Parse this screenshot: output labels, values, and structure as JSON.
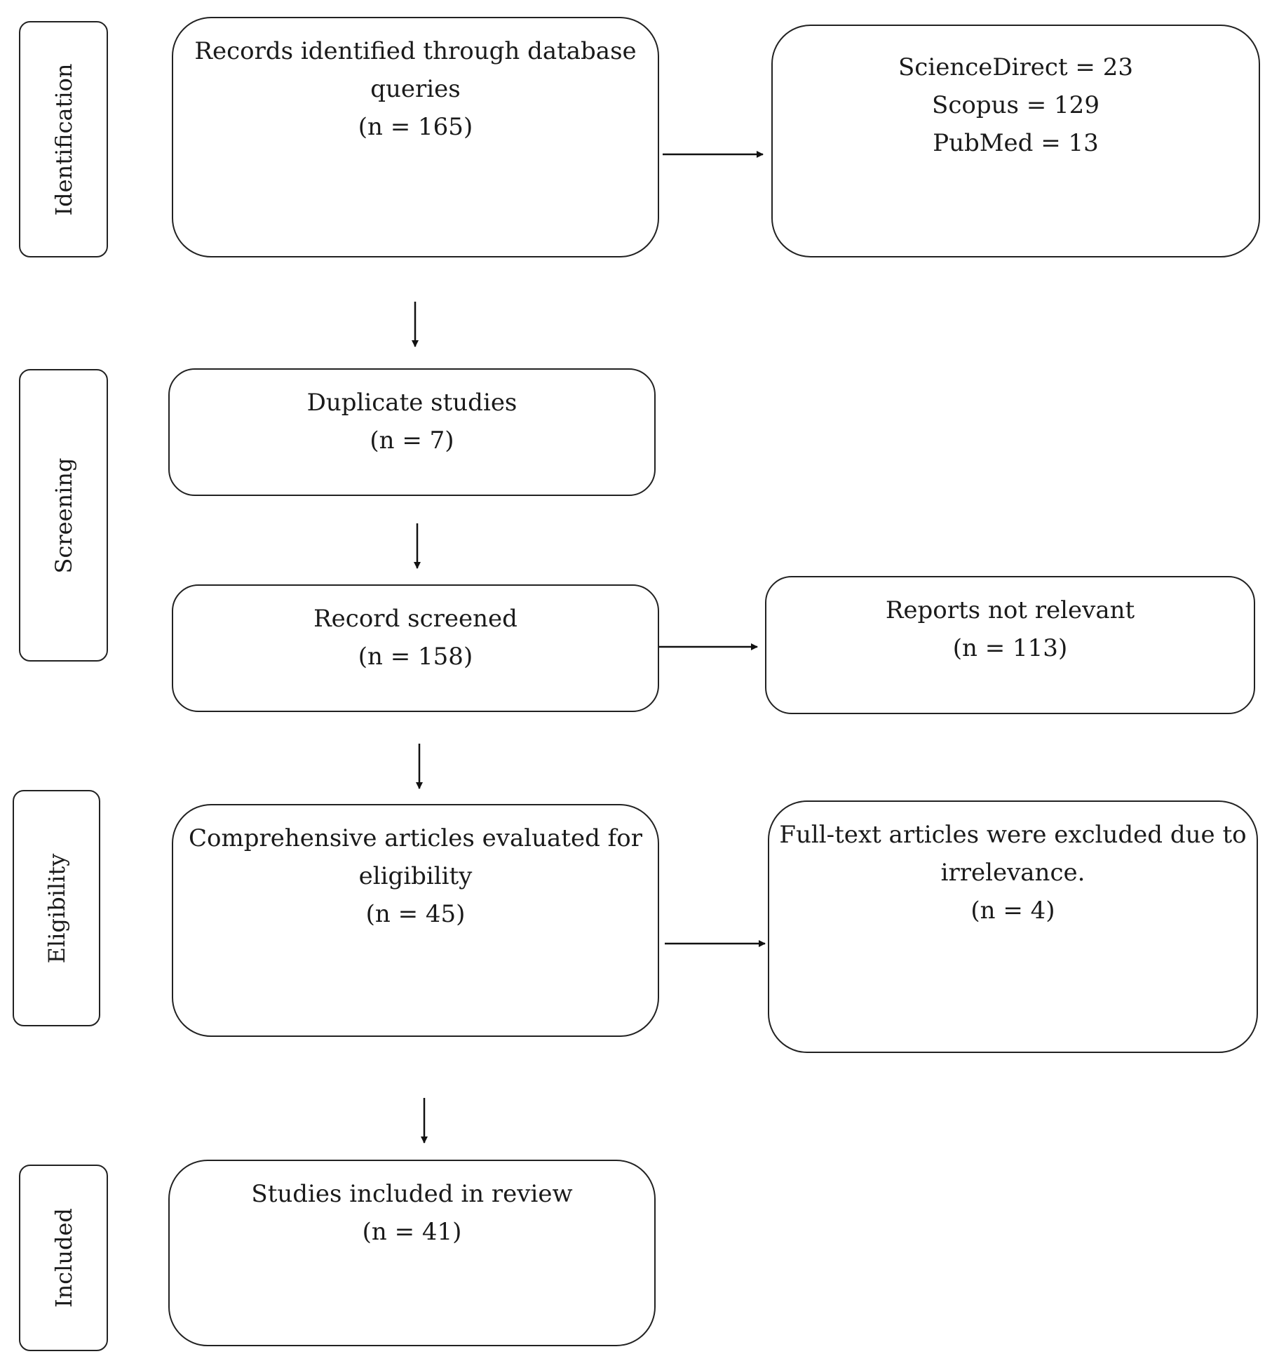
{
  "stages": {
    "identification": "Identification",
    "screening": "Screening",
    "eligibility": "Eligibility",
    "included": "Included"
  },
  "boxes": {
    "records_identified": {
      "line1": "Records identified through database",
      "line2": "queries",
      "count": "(n = 165)"
    },
    "databases": {
      "sciencedirect": "ScienceDirect = 23",
      "scopus": "Scopus = 129",
      "pubmed": "PubMed = 13"
    },
    "duplicates": {
      "label": "Duplicate studies",
      "count": "(n = 7)"
    },
    "screened": {
      "label": "Record screened",
      "count": "(n = 158)"
    },
    "not_relevant": {
      "label": "Reports not relevant",
      "count": "(n = 113)"
    },
    "eligibility": {
      "line1": "Comprehensive articles evaluated for",
      "line2": "eligibility",
      "count": "(n = 45)"
    },
    "excluded": {
      "line1": "Full-text articles were excluded due to",
      "line2": "irrelevance.",
      "count": "(n = 4)"
    },
    "included": {
      "label": "Studies included in review",
      "count": "(n = 41)"
    }
  }
}
